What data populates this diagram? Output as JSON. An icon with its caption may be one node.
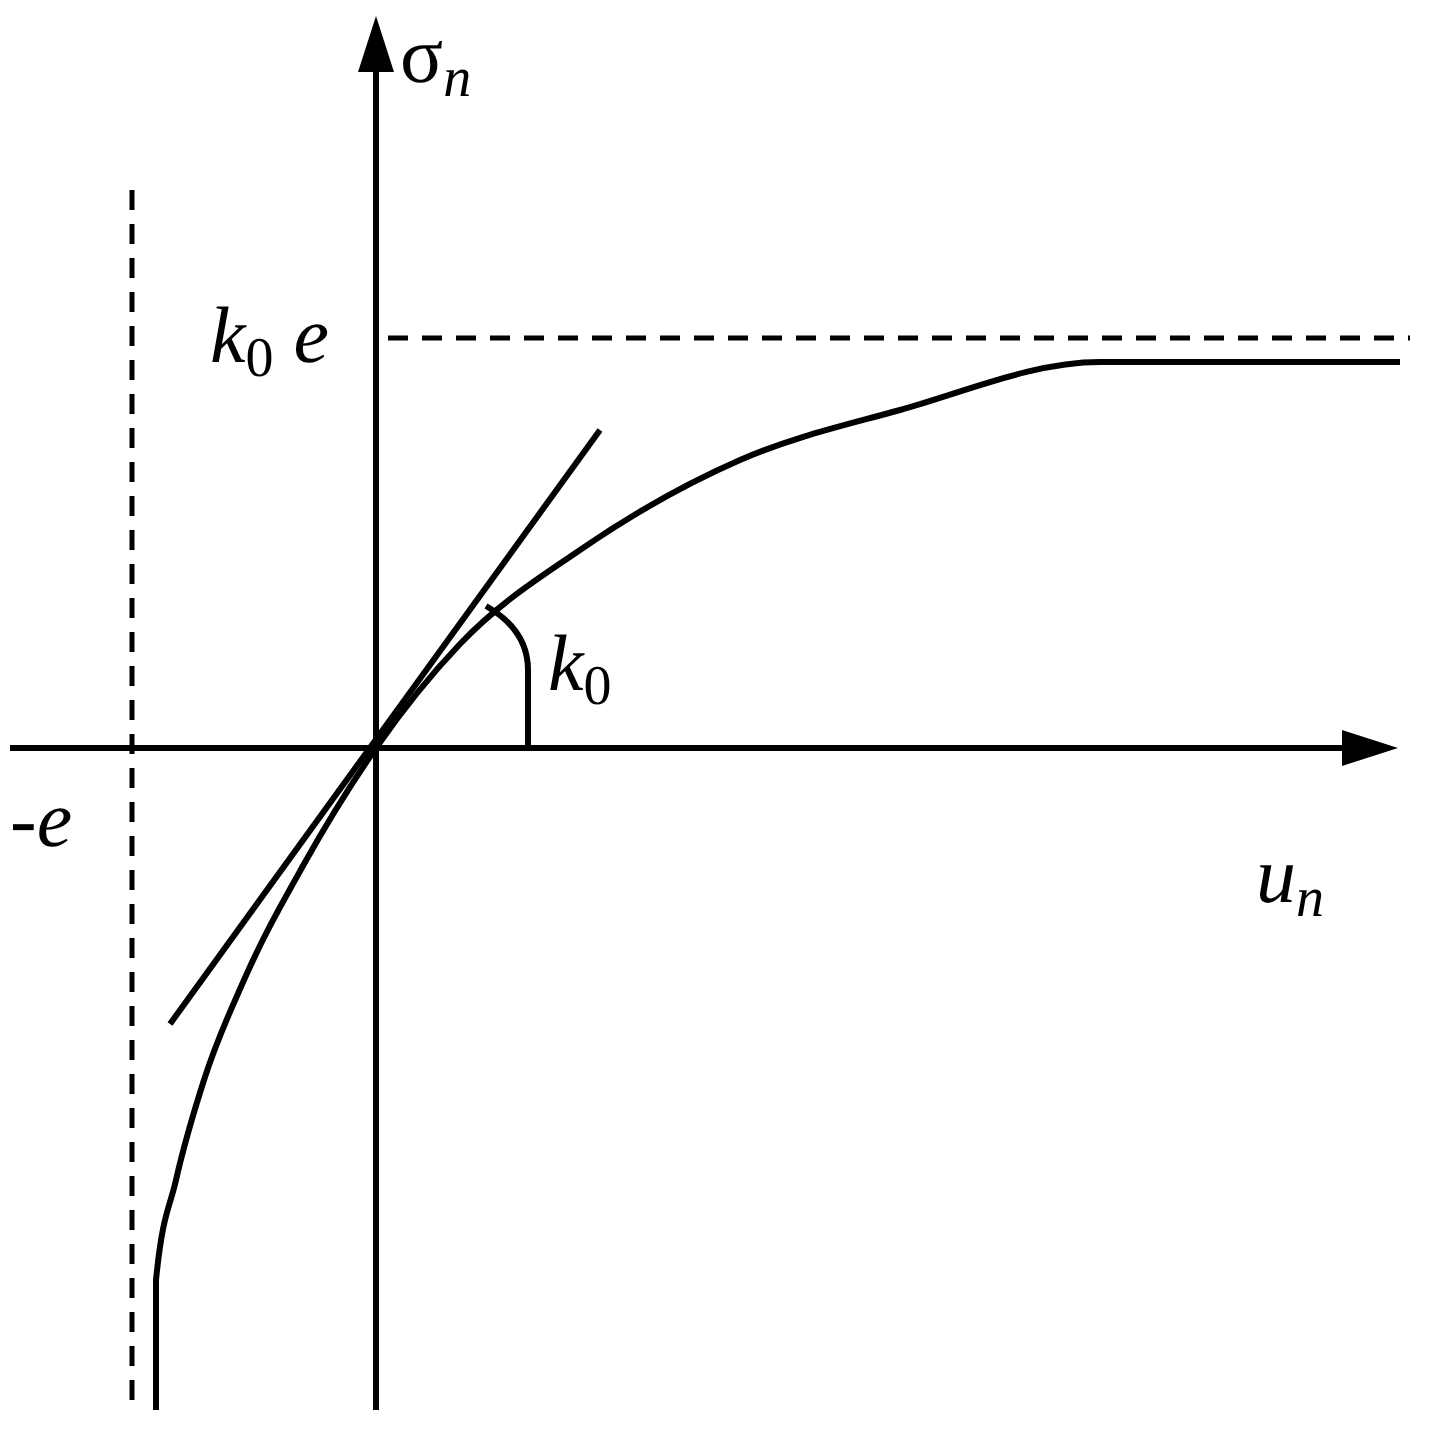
{
  "diagram": {
    "labels": [
      "σ$_{n}$",
      "*k*$_{0}$ *e*",
      "*k*$_{0}$",
      "-*e*",
      "*u*$_{n}$"
    ]
  }
}
